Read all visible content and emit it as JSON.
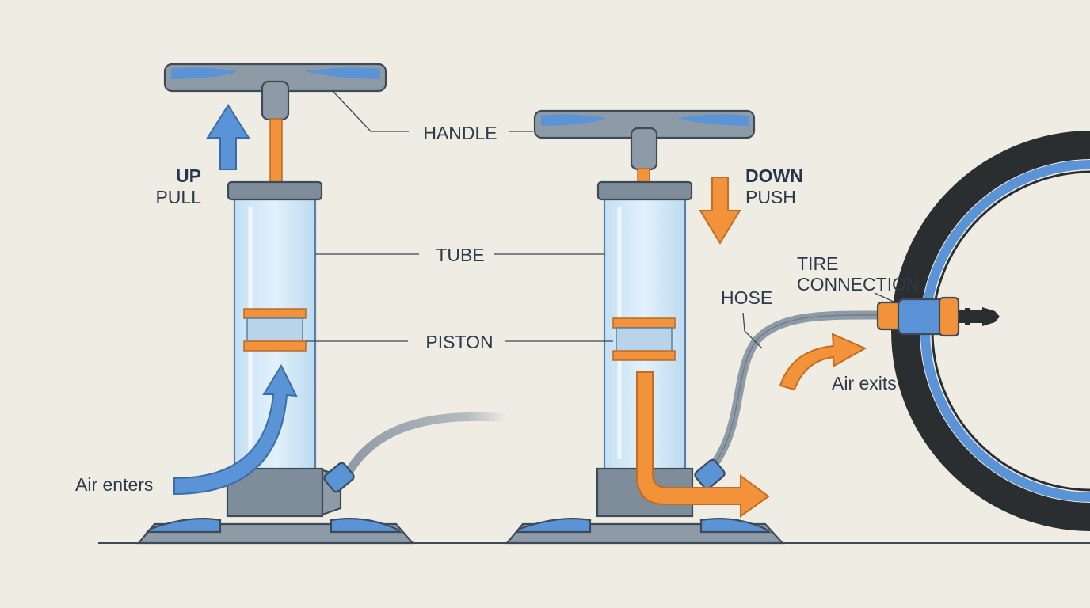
{
  "labels": {
    "handle": "HANDLE",
    "tube": "TUBE",
    "piston": "PISTON",
    "hose": "HOSE",
    "tire_connection_line1": "TIRE",
    "tire_connection_line2": "CONNECTION",
    "air_enters": "Air enters",
    "air_exits": "Air exits"
  },
  "left_pump": {
    "stroke_bold": "UP",
    "stroke_action": "PULL"
  },
  "right_pump": {
    "stroke_bold": "DOWN",
    "stroke_action": "PUSH"
  },
  "colors": {
    "background": "#efece4",
    "blue_accent": "#5a93d6",
    "orange_accent": "#f2923a",
    "metal_gray": "#8e9aa6",
    "tube_glass": "#cfe6f6",
    "tire_black": "#2b2e31"
  }
}
